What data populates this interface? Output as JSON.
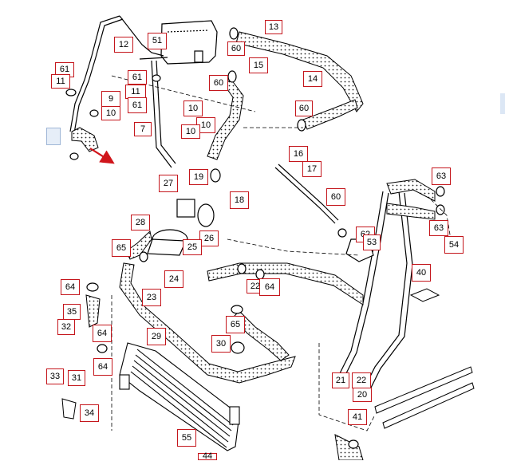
{
  "diagram": {
    "labels": [
      "13",
      "12",
      "51",
      "60",
      "15",
      "14",
      "61",
      "11",
      "9",
      "10",
      "60",
      "61",
      "11",
      "61",
      "10",
      "7",
      "10",
      "10",
      "60",
      "16",
      "17",
      "19",
      "18",
      "27",
      "28",
      "26",
      "25",
      "60",
      "62",
      "53",
      "63",
      "63",
      "54",
      "65",
      "24",
      "23",
      "64",
      "22",
      "64",
      "40",
      "35",
      "64",
      "32",
      "64",
      "29",
      "65",
      "30",
      "21",
      "22",
      "20",
      "33",
      "31",
      "34",
      "55",
      "41",
      "44"
    ],
    "highlighted_label": "10",
    "colors": {
      "callout_border": "#c4161c",
      "line": "#000000",
      "arrow": "#d0151b",
      "highlight_fill": "#e6eef8"
    }
  }
}
